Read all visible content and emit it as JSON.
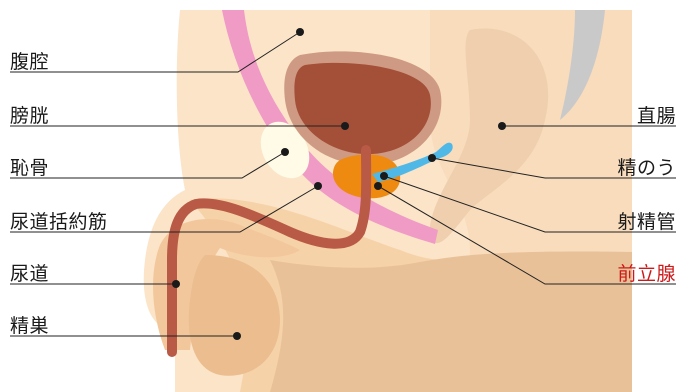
{
  "labels": {
    "left": [
      "腹腔",
      "膀胱",
      "恥骨",
      "尿道括約筋",
      "尿道",
      "精巣"
    ],
    "right": [
      "直腸",
      "精のう",
      "射精管",
      "前立腺"
    ]
  },
  "highlight_label": "前立腺",
  "colors": {
    "skin_light": "#fbe4c8",
    "skin_mid": "#f6d2a8",
    "skin_dark": "#ebbd8f",
    "pelvis_pink": "#f09ac6",
    "bladder": "#a44f38",
    "bladder_rim": "#cf9a83",
    "prostate": "#ef8a10",
    "seminal": "#4fb8e6",
    "urethra": "#b85a45",
    "bone_white": "#fffbe6",
    "rectum_gray": "#c9c9c9",
    "highlight_text": "#cc1a1a"
  }
}
